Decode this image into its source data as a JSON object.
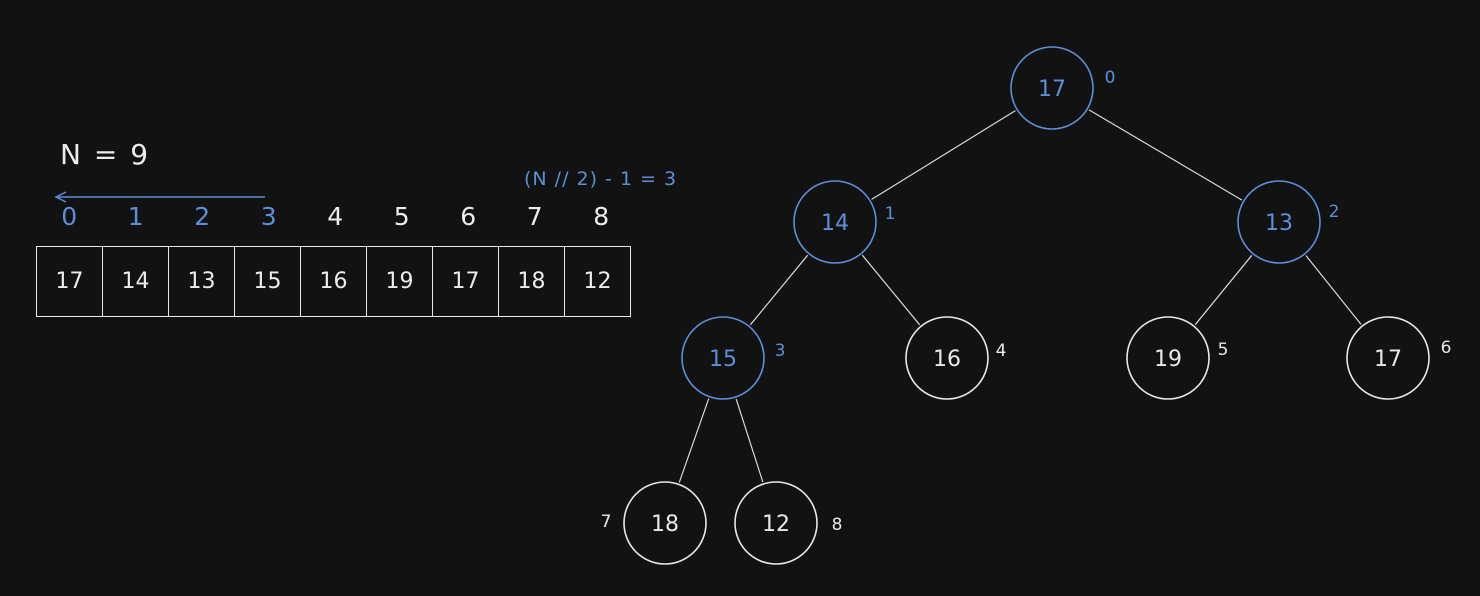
{
  "n_label": "N = 9",
  "formula": "(N // 2) - 1 = 3",
  "colors": {
    "background": "#121212",
    "foreground": "#e8e8e8",
    "highlight": "#5b8fd9"
  },
  "array": {
    "indices": [
      "0",
      "1",
      "2",
      "3",
      "4",
      "5",
      "6",
      "7",
      "8"
    ],
    "values": [
      "17",
      "14",
      "13",
      "15",
      "16",
      "19",
      "17",
      "18",
      "12"
    ],
    "highlighted_indices": [
      0,
      1,
      2,
      3
    ]
  },
  "tree": {
    "nodes": [
      {
        "value": "17",
        "index": "0",
        "highlight": true
      },
      {
        "value": "14",
        "index": "1",
        "highlight": true
      },
      {
        "value": "13",
        "index": "2",
        "highlight": true
      },
      {
        "value": "15",
        "index": "3",
        "highlight": true
      },
      {
        "value": "16",
        "index": "4",
        "highlight": false
      },
      {
        "value": "19",
        "index": "5",
        "highlight": false
      },
      {
        "value": "17",
        "index": "6",
        "highlight": false
      },
      {
        "value": "18",
        "index": "7",
        "highlight": false
      },
      {
        "value": "12",
        "index": "8",
        "highlight": false
      }
    ],
    "edges": [
      [
        0,
        1
      ],
      [
        0,
        2
      ],
      [
        1,
        3
      ],
      [
        1,
        4
      ],
      [
        2,
        5
      ],
      [
        2,
        6
      ],
      [
        3,
        7
      ],
      [
        3,
        8
      ]
    ]
  }
}
